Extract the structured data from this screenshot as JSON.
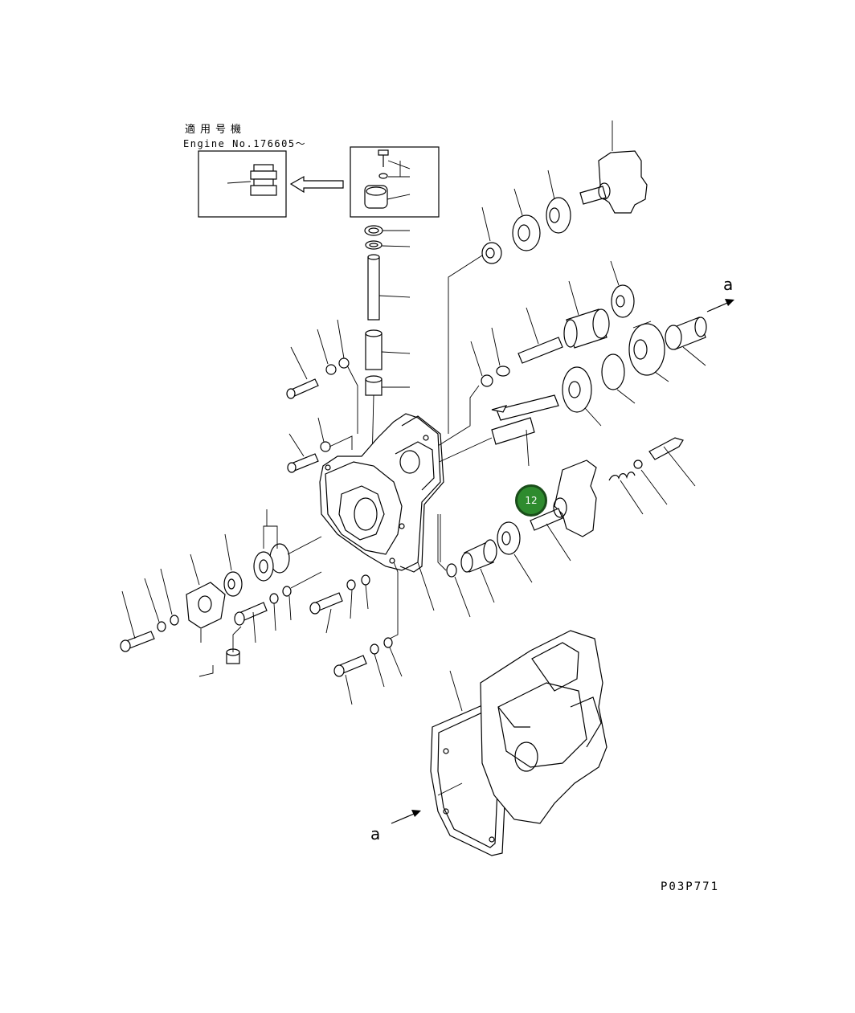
{
  "labels": {
    "applicability": "適用号機",
    "engine_no": "Engine No.176605～",
    "arrow_a_right": "a",
    "arrow_a_left": "a",
    "drawing_code": "P03P771"
  },
  "callouts": [
    {
      "number": "12",
      "color": "#2e8b2e"
    }
  ]
}
